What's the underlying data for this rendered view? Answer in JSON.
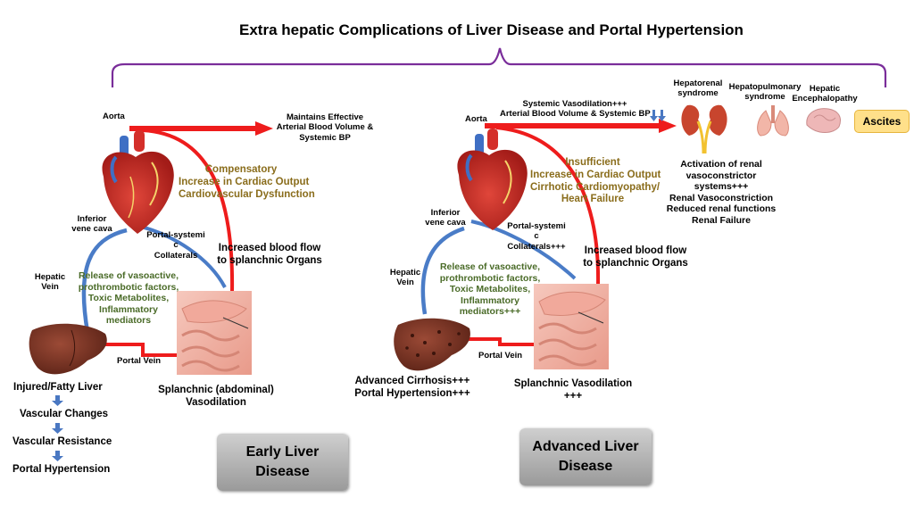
{
  "title": "Extra hepatic Complications of Liver Disease and Portal Hypertension",
  "left": {
    "aorta": "Aorta",
    "maintains": [
      "Maintains Effective",
      "Arterial Blood Volume &",
      "Systemic BP"
    ],
    "compensatory": [
      "Compensatory",
      "Increase in Cardiac Output",
      "Cardiovascular Dysfunction"
    ],
    "ivc": [
      "Inferior",
      "vene cava"
    ],
    "collaterals": [
      "Portal-systemi",
      "c",
      "Collaterals"
    ],
    "blood_flow": [
      "Increased blood flow",
      "to splanchnic Organs"
    ],
    "hepatic_vein": [
      "Hepatic",
      "Vein"
    ],
    "release": [
      "Release of vasoactive,",
      "prothrombotic factors,",
      "Toxic Metabolites,",
      "Inflammatory",
      "mediators"
    ],
    "portal_vein": "Portal Vein",
    "splanchnic": [
      "Splanchnic (abdominal)",
      "Vasodilation"
    ],
    "steps": [
      "Injured/Fatty Liver",
      "Vascular Changes",
      "Vascular Resistance",
      "Portal Hypertension"
    ],
    "stage_box": [
      "Early Liver",
      "Disease"
    ]
  },
  "right": {
    "aorta": "Aorta",
    "systemic": [
      "Systemic Vasodilation+++",
      "Arterial Blood Volume & Systemic BP"
    ],
    "insufficient": [
      "Insufficient",
      "Increase in Cardiac Output",
      "Cirrhotic Cardiomyopathy/",
      "Heart Failure"
    ],
    "ivc": [
      "Inferior",
      "vene cava"
    ],
    "collaterals": [
      "Portal-systemi",
      "c",
      "Collaterals+++"
    ],
    "blood_flow": [
      "Increased blood flow",
      "to splanchnic Organs"
    ],
    "hepatic_vein": [
      "Hepatic",
      "Vein"
    ],
    "release": [
      "Release of vasoactive,",
      "prothrombotic factors,",
      "Toxic Metabolites,",
      "Inflammatory",
      "mediators+++"
    ],
    "portal_vein": "Portal Vein",
    "cirrhosis": [
      "Advanced Cirrhosis+++",
      "Portal Hypertension+++"
    ],
    "splanchnic": [
      "Splanchnic Vasodilation",
      "+++"
    ],
    "hepatorenal": [
      "Hepatorenal",
      "syndrome"
    ],
    "hepatopulmonary": [
      "Hepatopulmonary",
      "syndrome"
    ],
    "encephalopathy": [
      "Hepatic",
      "Encephalopathy"
    ],
    "ascites": "Ascites",
    "renal": [
      "Activation of renal",
      "vasoconstrictor",
      "systems+++",
      "Renal Vasoconstriction",
      "Reduced renal functions",
      "Renal Failure"
    ],
    "stage_box": [
      "Advanced Liver",
      "Disease"
    ]
  },
  "colors": {
    "artery": "#ee1c1c",
    "vein": "#4a7cc7",
    "bracket": "#7a2d9a",
    "brown_text": "#8a6d1c",
    "green_text": "#4a6b28",
    "ascites_fill": "#ffe08a"
  }
}
